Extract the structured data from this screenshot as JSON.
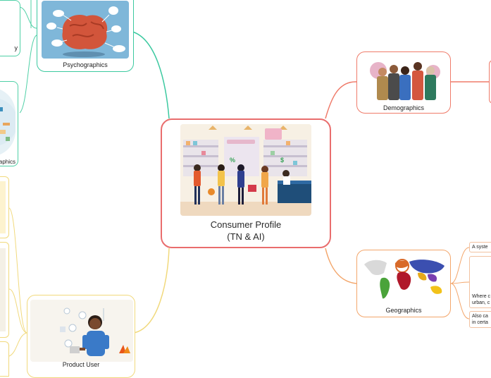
{
  "central": {
    "line1": "Consumer Profile",
    "line2": "(TN & AI)"
  },
  "nodes": {
    "psychographics": "Psychographics",
    "demographics": "Demographics",
    "geographics": "Geographics",
    "product_user": "Product User",
    "left_partial_1": "y",
    "left_partial_2": "aphics"
  },
  "geo_notes": {
    "note1": "A syste",
    "note2_line1": "Where c",
    "note2_line2": "urban, c",
    "note3_line1": "Also ca",
    "note3_line2": "in certa"
  },
  "colors": {
    "central_border": "#e96d6d",
    "psychographics_link": "#3cc9a0",
    "demographics_link": "#ef7b6a",
    "geographics_link": "#f3a66b",
    "product_user_link": "#f1d97c",
    "left_link": "#4fd0a6"
  }
}
